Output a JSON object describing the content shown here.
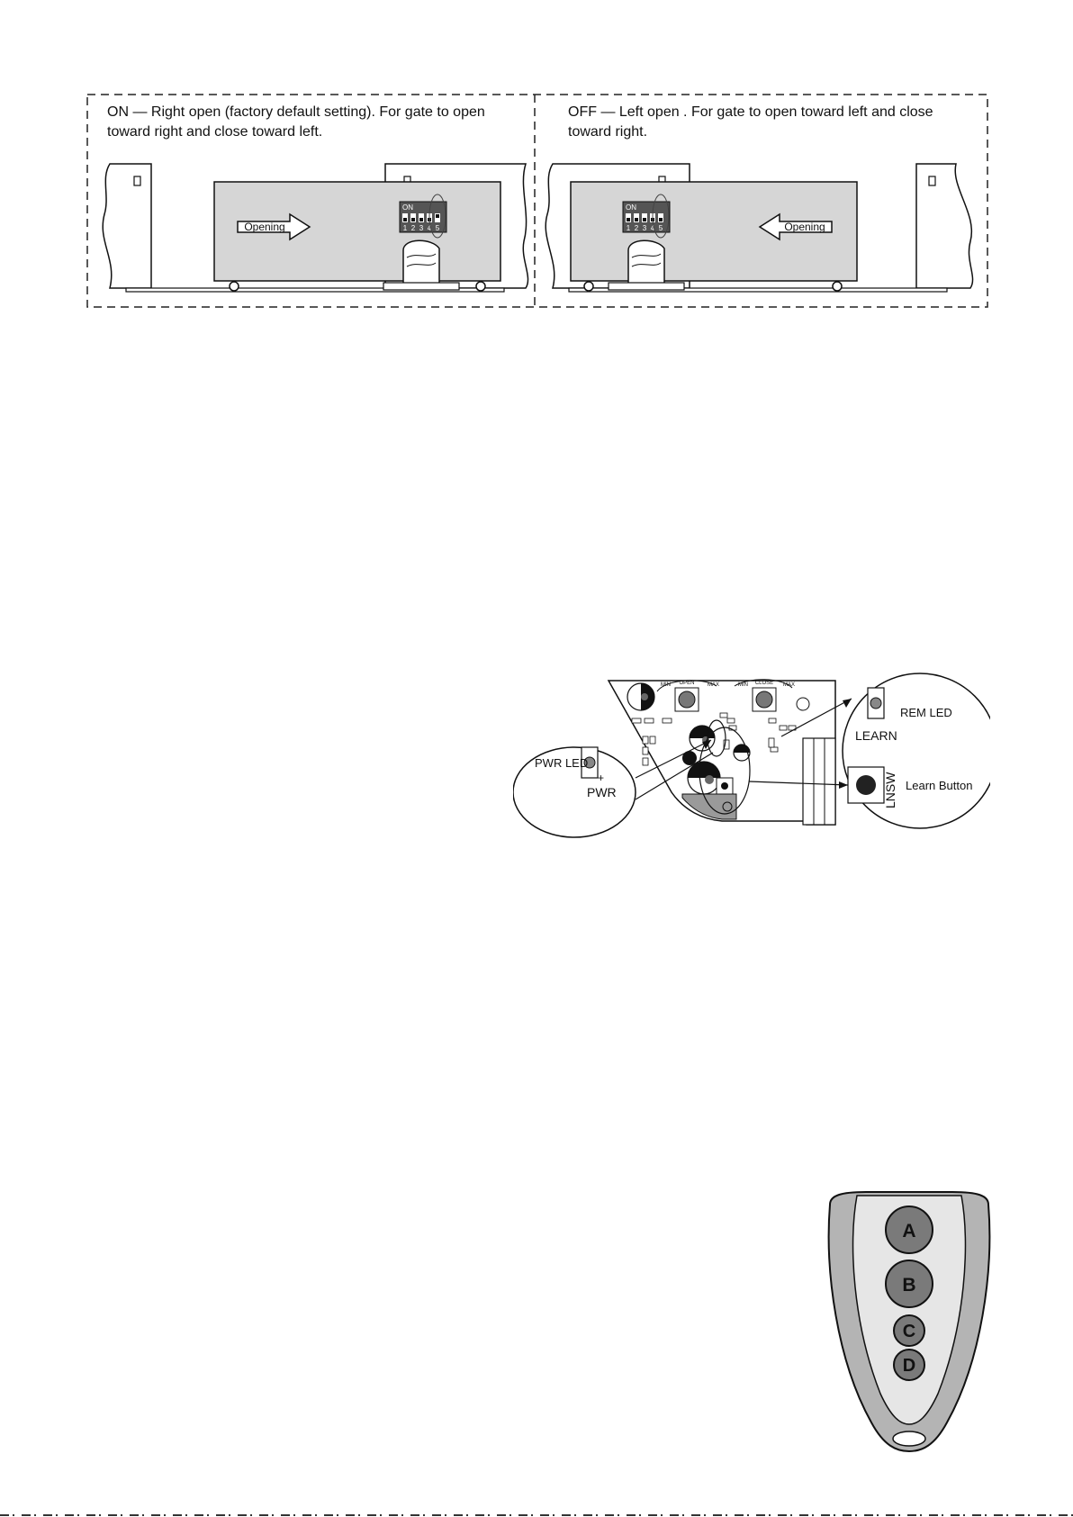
{
  "gate_panel": {
    "right_open": {
      "line1": "ON — Right open (factory default setting). For gate to open",
      "line2": "toward right and close toward left.",
      "arrow_label": "Opening",
      "dip_label": "ON",
      "dip_numbers": [
        "1",
        "2",
        "3",
        "4",
        "5"
      ]
    },
    "left_open": {
      "line1": "OFF — Left open . For gate to open toward left and close",
      "line2": "toward right.",
      "arrow_label": "Opening",
      "dip_label": "ON",
      "dip_numbers": [
        "1",
        "2",
        "3",
        "4",
        "5"
      ]
    }
  },
  "control_board": {
    "pwr_led_label": "PWR LED",
    "pwr_silk": "PWR",
    "rem_led_label": "REM LED",
    "learn_silk": "LEARN",
    "lnsw_silk": "LNSW",
    "learn_button_label": "Learn Button",
    "pot_open": "OPEN",
    "pot_close": "CLOSE",
    "min_label": "MIN",
    "max_label": "MAX"
  },
  "remote": {
    "buttons": [
      "A",
      "B",
      "C",
      "D"
    ]
  }
}
